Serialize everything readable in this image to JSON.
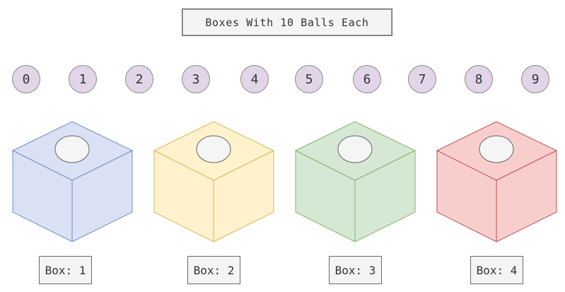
{
  "title": "Boxes With 10 Balls Each",
  "balls": [
    "0",
    "1",
    "2",
    "3",
    "4",
    "5",
    "6",
    "7",
    "8",
    "9"
  ],
  "boxes": [
    {
      "label": "Box: 1",
      "color": "#dae1f4"
    },
    {
      "label": "Box: 2",
      "color": "#fff2cc"
    },
    {
      "label": "Box: 3",
      "color": "#d5e8d4"
    },
    {
      "label": "Box: 4",
      "color": "#f8cecc"
    }
  ],
  "colors": {
    "ball_fill": "#e1d5e7",
    "label_fill": "#f4f4f4"
  }
}
